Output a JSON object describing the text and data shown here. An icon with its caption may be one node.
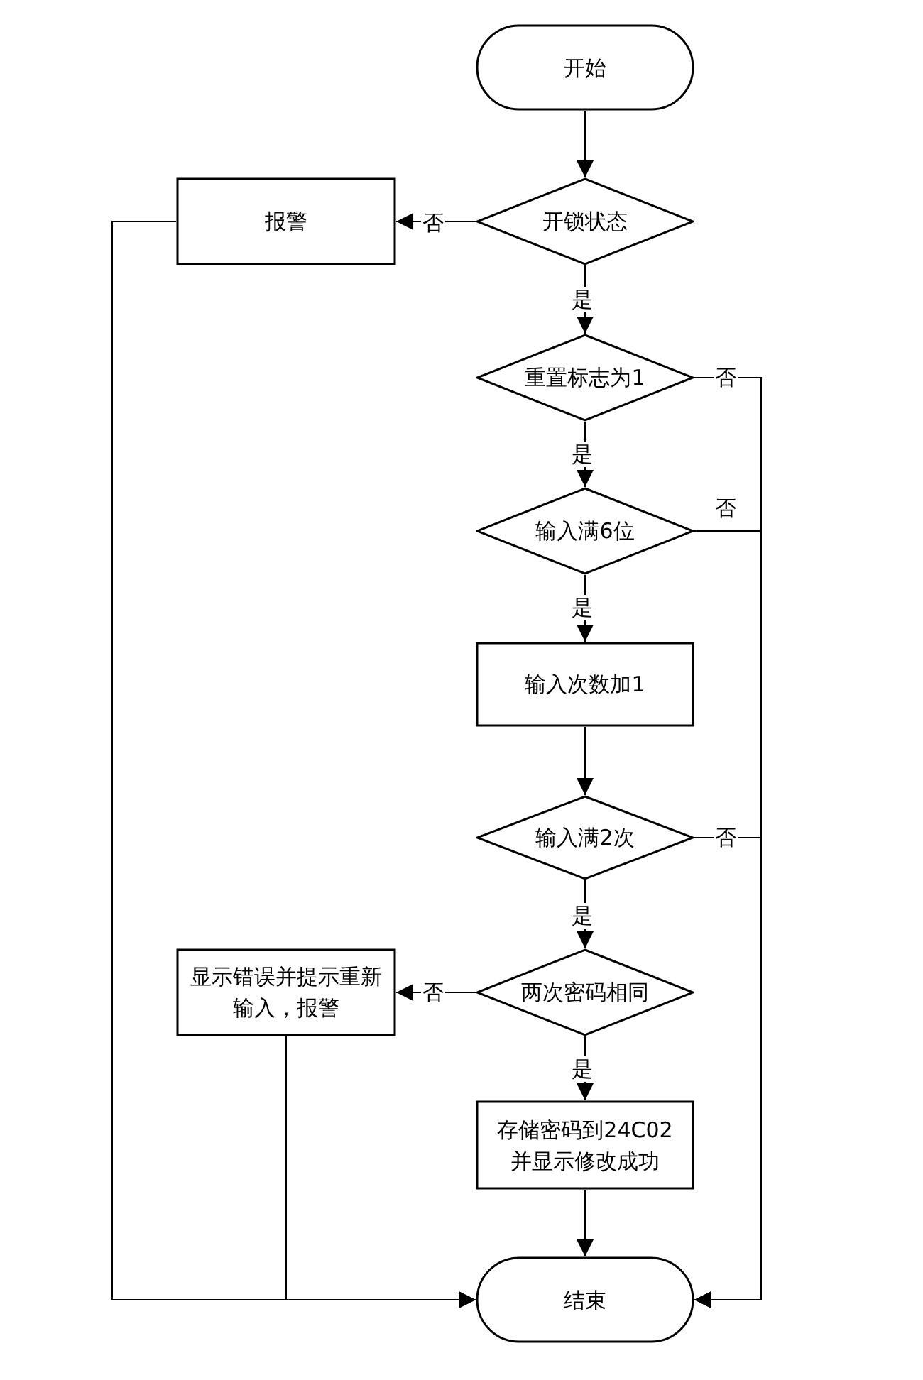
{
  "diagram": {
    "nodes": [
      {
        "text": [
          "开始"
        ]
      },
      {
        "text": [
          "开锁状态"
        ]
      },
      {
        "text": [
          "报警"
        ]
      },
      {
        "text": [
          "重置标志为1"
        ]
      },
      {
        "text": [
          "输入满6位"
        ]
      },
      {
        "text": [
          "输入次数加1"
        ]
      },
      {
        "text": [
          "输入满2次"
        ]
      },
      {
        "text": [
          "两次密码相同"
        ]
      },
      {
        "text": [
          "显示错误并提示重新输入，报警"
        ]
      },
      {
        "text": [
          "存储密码到24C02并显示修改成功"
        ]
      },
      {
        "text": [
          "结束"
        ]
      }
    ],
    "edges": [
      {
        "from": 0,
        "to": 1,
        "arrow": "to"
      },
      {
        "from": 1,
        "to": 2,
        "arrow": "to",
        "label": "否"
      },
      {
        "from": 1,
        "to": 3,
        "arrow": "to",
        "label": "是"
      },
      {
        "from": 3,
        "to": 4,
        "arrow": "to",
        "label": "是"
      },
      {
        "from": 3,
        "to": 10,
        "arrow": "to",
        "label": "否"
      },
      {
        "from": 4,
        "to": 5,
        "arrow": "to",
        "label": "是"
      },
      {
        "from": 4,
        "to": 10,
        "arrow": "to",
        "label": "否"
      },
      {
        "from": 5,
        "to": 6,
        "arrow": "to"
      },
      {
        "from": 6,
        "to": 7,
        "arrow": "to",
        "label": "是"
      },
      {
        "from": 6,
        "to": 10,
        "arrow": "to",
        "label": "否"
      },
      {
        "from": 7,
        "to": 8,
        "arrow": "to",
        "label": "否"
      },
      {
        "from": 7,
        "to": 9,
        "arrow": "to",
        "label": "是"
      },
      {
        "from": 9,
        "to": 10,
        "arrow": "to"
      },
      {
        "from": 2,
        "to": 10,
        "arrow": "to"
      },
      {
        "from": 8,
        "to": 10,
        "arrow": "to"
      }
    ]
  }
}
